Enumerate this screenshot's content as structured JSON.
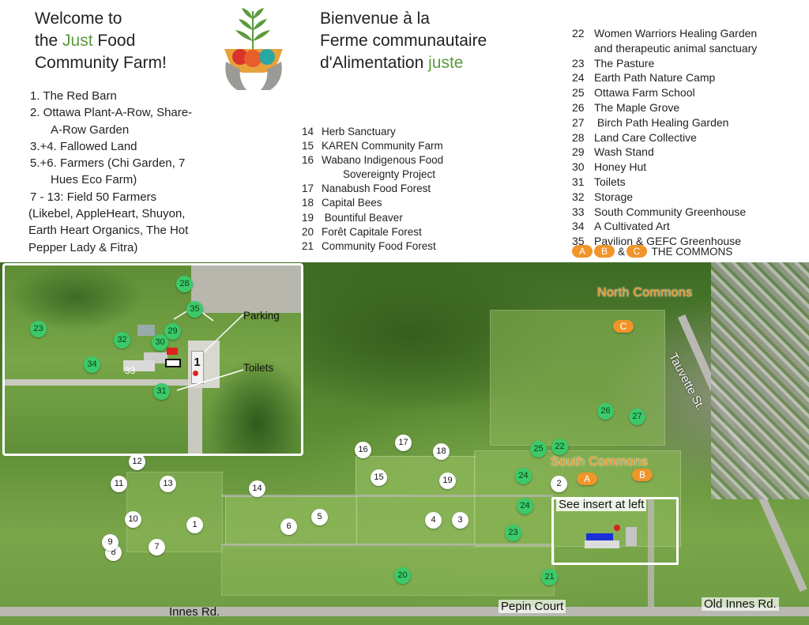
{
  "title_en": {
    "line1": "Welcome to",
    "line2_pre": "the ",
    "line2_accent": "Just",
    "line2_post": " Food",
    "line3": "Community Farm!"
  },
  "title_fr": {
    "line1": "Bienvenue à la",
    "line2": "Ferme communautaire",
    "line3_pre": "d'Alimentation ",
    "line3_accent": "juste"
  },
  "accent_color": "#5a9a3c",
  "logo": {
    "icon": "hands-bowl-wheat-logo"
  },
  "list_left": [
    {
      "text": "1. The Red Barn",
      "indent": false
    },
    {
      "text": "2. Ottawa Plant-A-Row,  Share-",
      "indent": false
    },
    {
      "text": "A-Row Garden",
      "indent": true
    },
    {
      "text": "3.+4. Fallowed Land",
      "indent": false
    },
    {
      "text": "5.+6. Farmers (Chi Garden, 7",
      "indent": false
    },
    {
      "text": "Hues Eco Farm)",
      "indent": true
    },
    {
      "text": "7 - 13:  Field 50 Farmers",
      "indent": false
    },
    {
      "text": "(Likebel, AppleHeart, Shuyon,",
      "indent": false
    },
    {
      "text": "Earth Heart Organics, The Hot",
      "indent": false
    },
    {
      "text": "Pepper Lady & Fitra)",
      "indent": false
    }
  ],
  "list_middle": [
    {
      "num": "14",
      "name": "Herb Sanctuary"
    },
    {
      "num": "15",
      "name": "KAREN Community Farm"
    },
    {
      "num": "16",
      "name": "Wabano Indigenous Food"
    },
    {
      "num": "",
      "name": "Sovereignty Project"
    },
    {
      "num": "17",
      "name": "Nanabush Food Forest"
    },
    {
      "num": "18",
      "name": "Capital Bees"
    },
    {
      "num": "19",
      "name": " Bountiful Beaver"
    },
    {
      "num": "20",
      "name": "Forêt Capitale Forest"
    },
    {
      "num": "21",
      "name": "Community Food Forest"
    }
  ],
  "list_right": [
    {
      "num": "22",
      "name": "Women Warriors Healing Garden"
    },
    {
      "num": "",
      "name": "and therapeutic animal sanctuary"
    },
    {
      "num": "23",
      "name": "The Pasture"
    },
    {
      "num": "24",
      "name": "Earth Path Nature Camp"
    },
    {
      "num": "25",
      "name": "Ottawa Farm School"
    },
    {
      "num": "26",
      "name": "The Maple Grove"
    },
    {
      "num": "27",
      "name": " Birch Path Healing Garden"
    },
    {
      "num": "28",
      "name": "Land Care Collective"
    },
    {
      "num": "29",
      "name": "Wash Stand"
    },
    {
      "num": "30",
      "name": "Honey Hut"
    },
    {
      "num": "31",
      "name": "Toilets"
    },
    {
      "num": "32",
      "name": "Storage"
    },
    {
      "num": "33",
      "name": "South Community Greenhouse"
    },
    {
      "num": "34",
      "name": "A Cultivated Art"
    },
    {
      "num": "35",
      "name": "Pavilion & GEFC Greenhouse"
    }
  ],
  "commons_key": {
    "a": "A",
    "b": "B",
    "amp": "&",
    "c": "C",
    "label": " THE COMMONS"
  },
  "map": {
    "roads": {
      "innes": "Innes Rd.",
      "pepin": "Pepin Court",
      "old_innes": "Old Innes Rd.",
      "tauvette": "Tauvette St."
    },
    "commons": {
      "north": "North Commons",
      "south": "South Commons"
    },
    "see_insert": "See insert at left",
    "colors": {
      "plot_white": "#ffffff",
      "plot_green": "#3cc96a",
      "commons_orange": "#f0952a"
    },
    "markers": [
      {
        "label": "1",
        "style": "white"
      },
      {
        "label": "2",
        "style": "white"
      },
      {
        "label": "3",
        "style": "white"
      },
      {
        "label": "4",
        "style": "white"
      },
      {
        "label": "5",
        "style": "white"
      },
      {
        "label": "6",
        "style": "white"
      },
      {
        "label": "7",
        "style": "white"
      },
      {
        "label": "8",
        "style": "white"
      },
      {
        "label": "9",
        "style": "white"
      },
      {
        "label": "10",
        "style": "white"
      },
      {
        "label": "11",
        "style": "white"
      },
      {
        "label": "12",
        "style": "white"
      },
      {
        "label": "13",
        "style": "white"
      },
      {
        "label": "14",
        "style": "white"
      },
      {
        "label": "15",
        "style": "white"
      },
      {
        "label": "16",
        "style": "white"
      },
      {
        "label": "17",
        "style": "white"
      },
      {
        "label": "18",
        "style": "white"
      },
      {
        "label": "19",
        "style": "white"
      },
      {
        "label": "20",
        "style": "green"
      },
      {
        "label": "21",
        "style": "green"
      },
      {
        "label": "22",
        "style": "green"
      },
      {
        "label": "23",
        "style": "green"
      },
      {
        "label": "24",
        "style": "green"
      },
      {
        "label": "24",
        "style": "green"
      },
      {
        "label": "25",
        "style": "green"
      },
      {
        "label": "26",
        "style": "green"
      },
      {
        "label": "27",
        "style": "green"
      },
      {
        "label": "A",
        "style": "orange"
      },
      {
        "label": "B",
        "style": "orange"
      },
      {
        "label": "C",
        "style": "orange"
      }
    ],
    "insert": {
      "parking": "Parking",
      "toilets": "Toilets",
      "markers": [
        {
          "label": "28"
        },
        {
          "label": "35"
        },
        {
          "label": "23"
        },
        {
          "label": "29"
        },
        {
          "label": "32"
        },
        {
          "label": "30"
        },
        {
          "label": "34"
        },
        {
          "label": "33"
        },
        {
          "label": "1"
        },
        {
          "label": "31"
        }
      ]
    }
  }
}
